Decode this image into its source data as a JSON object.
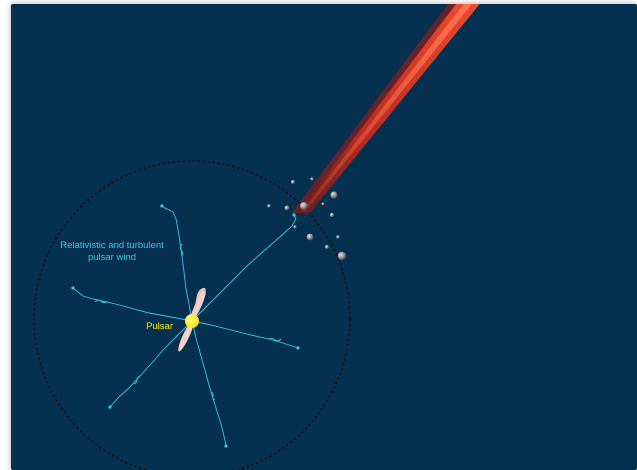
{
  "labels": {
    "wind_line1": "Relativistic and turbulent",
    "wind_line2": "pulsar wind",
    "pulsar": "Pulsar"
  },
  "colors": {
    "background": "#06304f",
    "wind_lines": "#3cc7e6",
    "wind_label": "#3cc7e6",
    "pulsar": "#ffee00",
    "pulsar_label": "#ffee00",
    "circle": "#000000",
    "jet": "#e8402a",
    "pulsar_beams": "#f3d0c8",
    "rocks": "#8d8d8d"
  },
  "icons": {
    "pulsar": "pulsar-dot-icon",
    "beams": "pulsar-beam-icon",
    "jet": "red-jet-icon",
    "rocks": "asteroid-icon"
  }
}
